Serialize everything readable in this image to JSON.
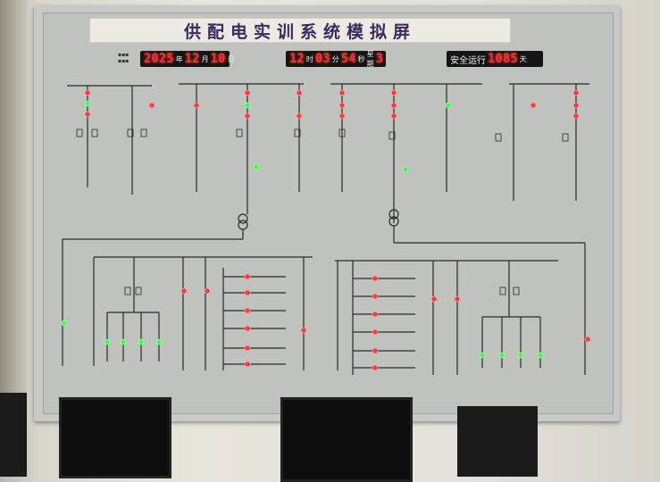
{
  "title": "供配电实训系统模拟屏",
  "date_display": {
    "year": "2025",
    "year_unit": "年",
    "month": "12",
    "month_unit": "月",
    "day": "10",
    "day_unit": "日"
  },
  "time_display": {
    "hour": "12",
    "hour_unit": "时",
    "minute": "03",
    "minute_unit": "分",
    "second": "54",
    "second_unit": "秒",
    "weekday_label": "星期",
    "weekday": "3"
  },
  "safety_display": {
    "label": "安全运行",
    "days": "1085",
    "unit": "天"
  },
  "colors": {
    "led_red": "#ff3a3a",
    "led_green": "#3cff4c",
    "board": "#bfc2bd",
    "title_text": "#3a2a60"
  }
}
